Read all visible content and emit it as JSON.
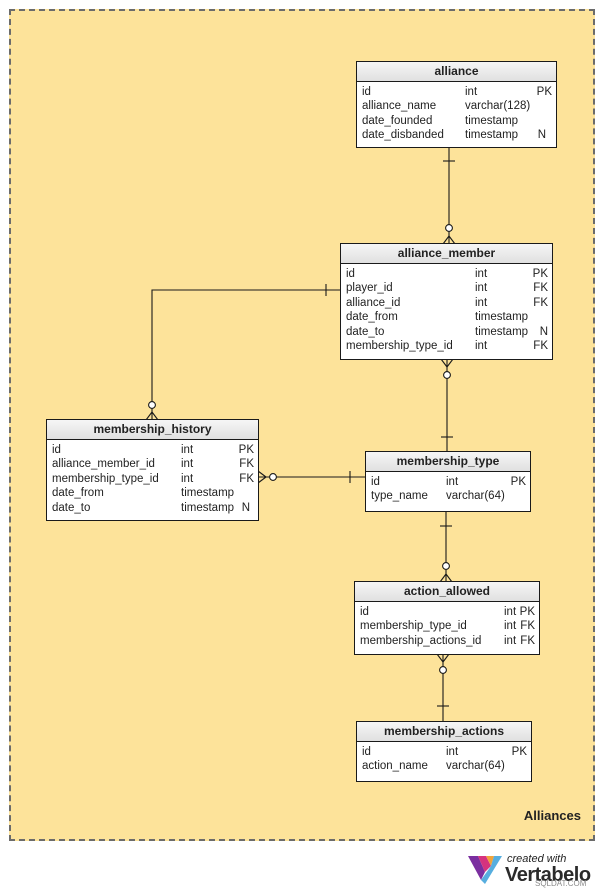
{
  "area": {
    "name": "Alliances"
  },
  "tables": [
    {
      "id": "alliance",
      "name": "alliance",
      "columns": [
        {
          "name": "id",
          "type": "int",
          "key": "PK"
        },
        {
          "name": "alliance_name",
          "type": "varchar(128)",
          "key": ""
        },
        {
          "name": "date_founded",
          "type": "timestamp",
          "key": ""
        },
        {
          "name": "date_disbanded",
          "type": "timestamp",
          "key": "N"
        }
      ]
    },
    {
      "id": "alliance_member",
      "name": "alliance_member",
      "columns": [
        {
          "name": "id",
          "type": "int",
          "key": "PK"
        },
        {
          "name": "player_id",
          "type": "int",
          "key": "FK"
        },
        {
          "name": "alliance_id",
          "type": "int",
          "key": "FK"
        },
        {
          "name": "date_from",
          "type": "timestamp",
          "key": ""
        },
        {
          "name": "date_to",
          "type": "timestamp",
          "key": "N"
        },
        {
          "name": "membership_type_id",
          "type": "int",
          "key": "FK"
        }
      ]
    },
    {
      "id": "membership_history",
      "name": "membership_history",
      "columns": [
        {
          "name": "id",
          "type": "int",
          "key": "PK"
        },
        {
          "name": "alliance_member_id",
          "type": "int",
          "key": "FK"
        },
        {
          "name": "membership_type_id",
          "type": "int",
          "key": "FK"
        },
        {
          "name": "date_from",
          "type": "timestamp",
          "key": ""
        },
        {
          "name": "date_to",
          "type": "timestamp",
          "key": "N"
        }
      ]
    },
    {
      "id": "membership_type",
      "name": "membership_type",
      "columns": [
        {
          "name": "id",
          "type": "int",
          "key": "PK"
        },
        {
          "name": "type_name",
          "type": "varchar(64)",
          "key": ""
        }
      ]
    },
    {
      "id": "action_allowed",
      "name": "action_allowed",
      "columns": [
        {
          "name": "id",
          "type": "int",
          "key": "PK"
        },
        {
          "name": "membership_type_id",
          "type": "int",
          "key": "FK"
        },
        {
          "name": "membership_actions_id",
          "type": "int",
          "key": "FK"
        }
      ]
    },
    {
      "id": "membership_actions",
      "name": "membership_actions",
      "columns": [
        {
          "name": "id",
          "type": "int",
          "key": "PK"
        },
        {
          "name": "action_name",
          "type": "varchar(64)",
          "key": ""
        }
      ]
    }
  ],
  "relationships": [
    {
      "from": "alliance",
      "to": "alliance_member"
    },
    {
      "from": "alliance_member",
      "to": "membership_history"
    },
    {
      "from": "membership_type",
      "to": "alliance_member"
    },
    {
      "from": "membership_type",
      "to": "membership_history"
    },
    {
      "from": "membership_type",
      "to": "action_allowed"
    },
    {
      "from": "membership_actions",
      "to": "action_allowed"
    }
  ],
  "branding": {
    "tagline": "created with",
    "product": "Vertabelo",
    "watermark": "SQLDAT.COM",
    "logo_colors": [
      "#7b2fa0",
      "#d6337e",
      "#f2a33a",
      "#3aa0d9"
    ]
  }
}
